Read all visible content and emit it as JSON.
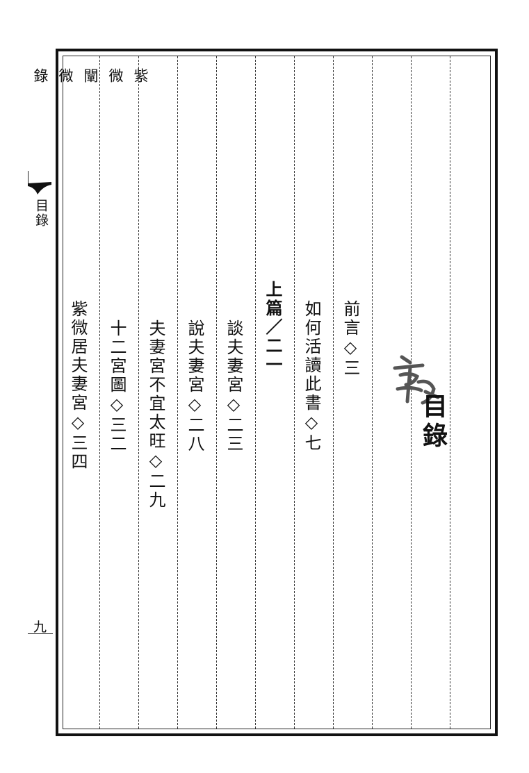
{
  "margin": {
    "running_title": "紫微闡微錄",
    "section": "目錄",
    "page_number": "九"
  },
  "content": {
    "title": "目錄",
    "calligraphy_mark": "畫",
    "entries": [
      "前言◇三",
      "如何活讀此書◇七",
      "上篇／二一",
      "談夫妻宮◇二三",
      "說夫妻宮◇二八",
      "夫妻宮不宜太旺◇二九",
      "十二宮圖◇三二",
      "紫微居夫妻宮◇三四"
    ]
  }
}
